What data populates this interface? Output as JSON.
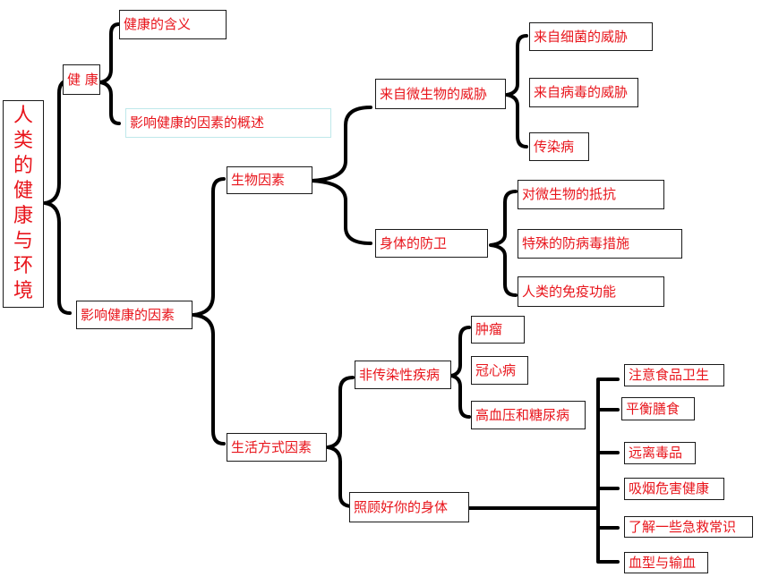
{
  "nodes": {
    "root": [
      "人",
      "类",
      "的",
      "健",
      "康",
      "与",
      "环",
      "境"
    ],
    "health": "健 康",
    "health_meaning": "健康的含义",
    "health_factors_overview": "影响健康的因素的概述",
    "factors": "影响健康的因素",
    "bio_factors": "生物因素",
    "lifestyle_factors": "生活方式因素",
    "microbe_threat": "来自微生物的威胁",
    "bacteria_threat": "来自细菌的威胁",
    "virus_threat": "来自病毒的威胁",
    "infectious_disease": "传染病",
    "body_defense": "身体的防卫",
    "resist_microbes": "对微生物的抵抗",
    "antivirus_measures": "特殊的防病毒措施",
    "immune_function": "人类的免疫功能",
    "noninfectious": "非传染性疾病",
    "tumor": "肿瘤",
    "coronary": "冠心病",
    "hypertension_diabetes": "高血压和糖尿病",
    "care_body": "照顾好你的身体",
    "food_hygiene": "注意食品卫生",
    "balanced_diet": "平衡膳食",
    "avoid_drugs": "远离毒品",
    "smoking_harm": "吸烟危害健康",
    "first_aid": "了解一些急救常识",
    "blood_transfusion": "血型与输血"
  }
}
